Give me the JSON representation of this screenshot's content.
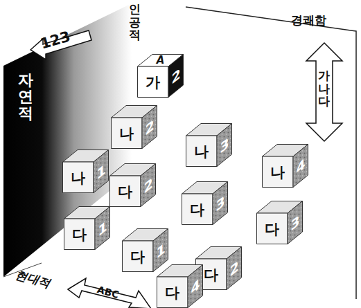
{
  "diagram": {
    "nodes": [
      {
        "text": [
          "A",
          "가",
          "2"
        ]
      },
      {
        "text": [
          "나",
          "2"
        ]
      },
      {
        "text": [
          "나",
          "3"
        ]
      },
      {
        "text": [
          "나",
          "1"
        ]
      },
      {
        "text": [
          "나",
          "4"
        ]
      },
      {
        "text": [
          "다",
          "2"
        ]
      },
      {
        "text": [
          "다",
          "1"
        ]
      },
      {
        "text": [
          "다",
          "3"
        ]
      },
      {
        "text": [
          "다",
          "3"
        ]
      },
      {
        "text": [
          "다",
          "1"
        ]
      },
      {
        "text": [
          "다",
          "2"
        ]
      },
      {
        "text": [
          "다",
          "4"
        ]
      }
    ],
    "labels": [
      "인공적",
      "123",
      "자연적",
      "경쾌함",
      "가나다",
      "현대적",
      "ABC"
    ]
  }
}
